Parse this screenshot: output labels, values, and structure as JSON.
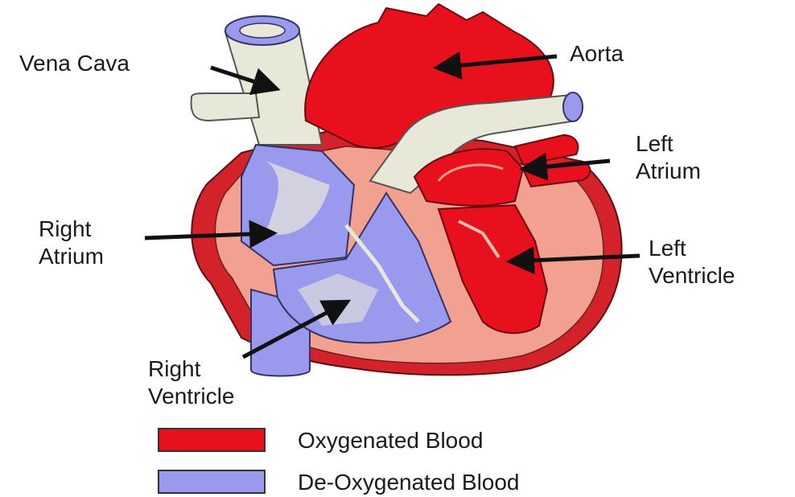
{
  "labels": {
    "vena_cava": "Vena Cava",
    "aorta": "Aorta",
    "left_atrium": [
      "Left",
      "Atrium"
    ],
    "right_atrium": [
      "Right",
      "Atrium"
    ],
    "left_ventricle": [
      "Left",
      "Ventricle"
    ],
    "right_ventricle": [
      "Right",
      "Ventricle"
    ]
  },
  "legend": [
    {
      "label": "Oxygenated Blood",
      "color": "#e8101c"
    },
    {
      "label": "De-Oxygenated Blood",
      "color": "#9999ee"
    }
  ],
  "colors": {
    "oxygenated": "#e8101c",
    "deoxygenated": "#9999ee",
    "muscle": "#f2a090",
    "vessel_pale": "#e8e8d8"
  }
}
